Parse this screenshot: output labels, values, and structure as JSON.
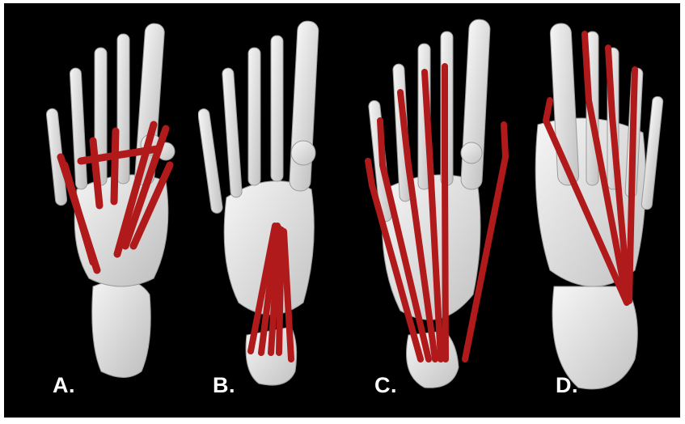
{
  "panels": [
    {
      "label": "A."
    },
    {
      "label": "B."
    },
    {
      "label": "C."
    },
    {
      "label": "D."
    }
  ],
  "colors": {
    "background": "#000000",
    "bone": "#e6e6e6",
    "muscle": "#b11a1a",
    "label": "#ffffff"
  }
}
